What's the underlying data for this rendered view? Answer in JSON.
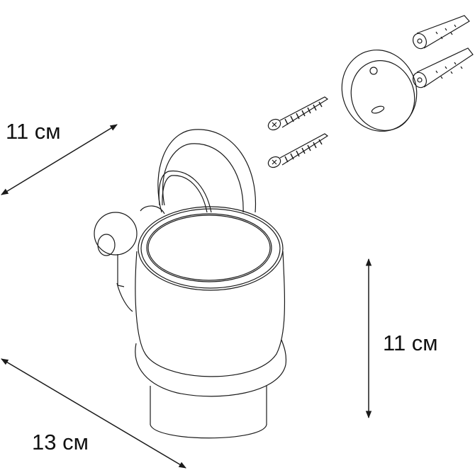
{
  "dimensions": {
    "depth_label": "11 см",
    "width_label": "13 см",
    "height_label": "11 см"
  },
  "colors": {
    "line": "#1a1a1a",
    "background": "#ffffff"
  }
}
